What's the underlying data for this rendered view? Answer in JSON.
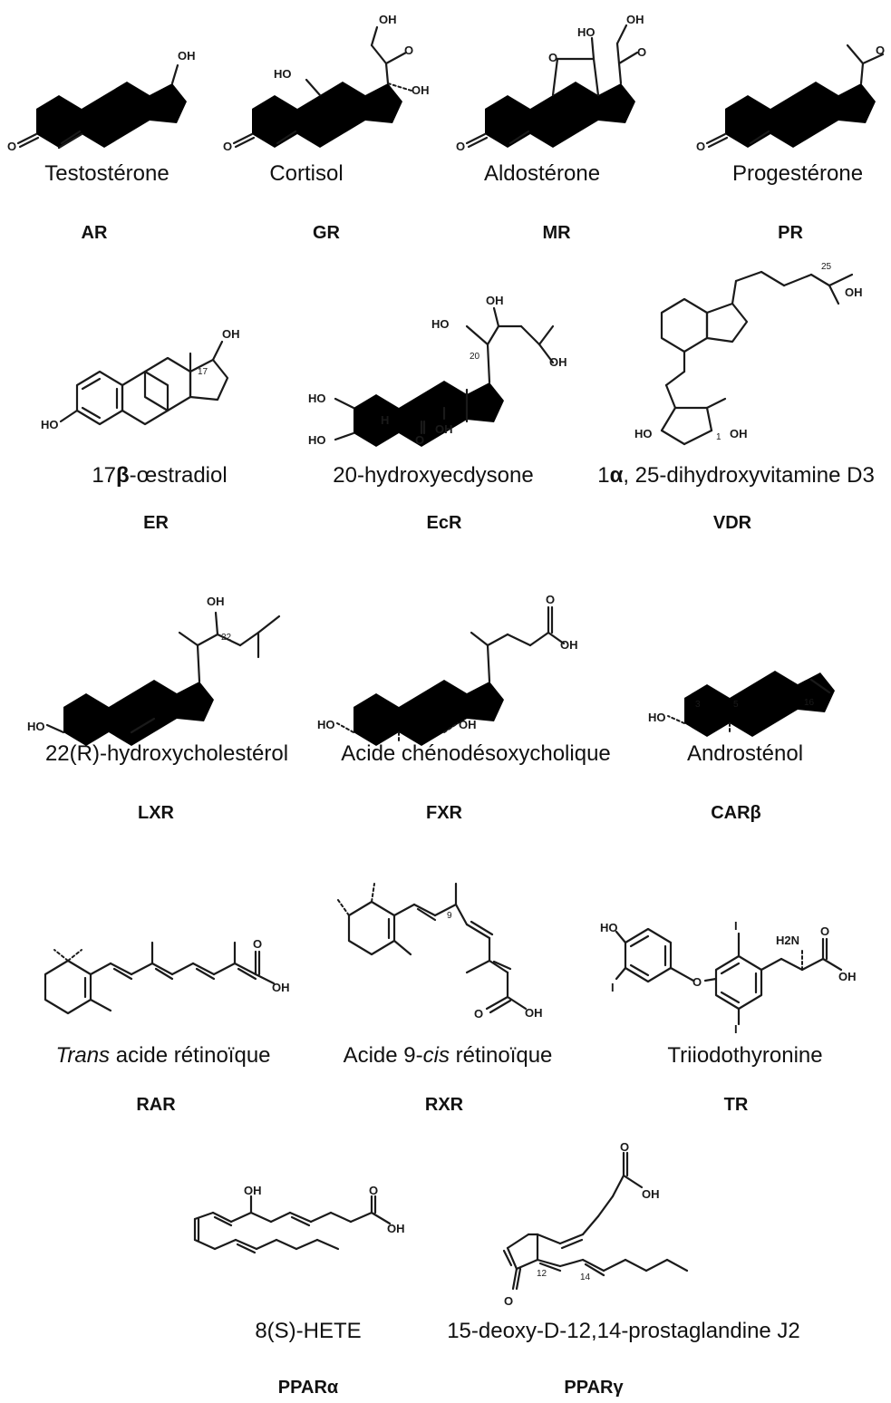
{
  "rows": [
    {
      "items": [
        {
          "ligand": "Testostérone",
          "receptor": "AR"
        },
        {
          "ligand": "Cortisol",
          "receptor": "GR"
        },
        {
          "ligand": "Aldostérone",
          "receptor": "MR"
        },
        {
          "ligand": "Progestérone",
          "receptor": "PR"
        }
      ]
    },
    {
      "items": [
        {
          "ligand_prefix": "17",
          "ligand_bold": "β",
          "ligand_suffix": "-œstradiol",
          "receptor": "ER"
        },
        {
          "ligand": "20-hydroxyecdysone",
          "receptor": "EcR"
        },
        {
          "ligand_prefix": "1",
          "ligand_bold": "α",
          "ligand_suffix": ", 25-dihydroxyvitamine D3",
          "receptor": "VDR"
        }
      ]
    },
    {
      "items": [
        {
          "ligand": "22(R)-hydroxycholestérol",
          "receptor": "LXR"
        },
        {
          "ligand": "Acide chénodésoxycholique",
          "receptor": "FXR"
        },
        {
          "ligand": "Androsténol",
          "receptor": "CARβ"
        }
      ]
    },
    {
      "items": [
        {
          "ligand_italic": "Trans",
          "ligand_suffix": " acide rétinoïque",
          "receptor": "RAR"
        },
        {
          "ligand_prefix": "Acide 9-",
          "ligand_italic": "cis",
          "ligand_suffix": " rétinoïque",
          "receptor": "RXR"
        },
        {
          "ligand": "Triiodothyronine",
          "receptor": "TR"
        }
      ]
    },
    {
      "items": [
        {
          "ligand": "8(S)-HETE",
          "receptor": "PPARα"
        },
        {
          "ligand": "15-deoxy-D-12,14-prostaglandine J2",
          "receptor": "PPARγ"
        }
      ]
    }
  ],
  "atoms": {
    "oh": "OH",
    "ho": "HO",
    "o": "O",
    "h": "H",
    "h2n": "H2N",
    "i": "I"
  },
  "numbers": {
    "n17": "17",
    "n20": "20",
    "n25": "25",
    "n1": "1",
    "n22": "22",
    "n3": "3",
    "n5": "5",
    "n16": "16",
    "n9": "9",
    "n12": "12",
    "n14": "14"
  }
}
